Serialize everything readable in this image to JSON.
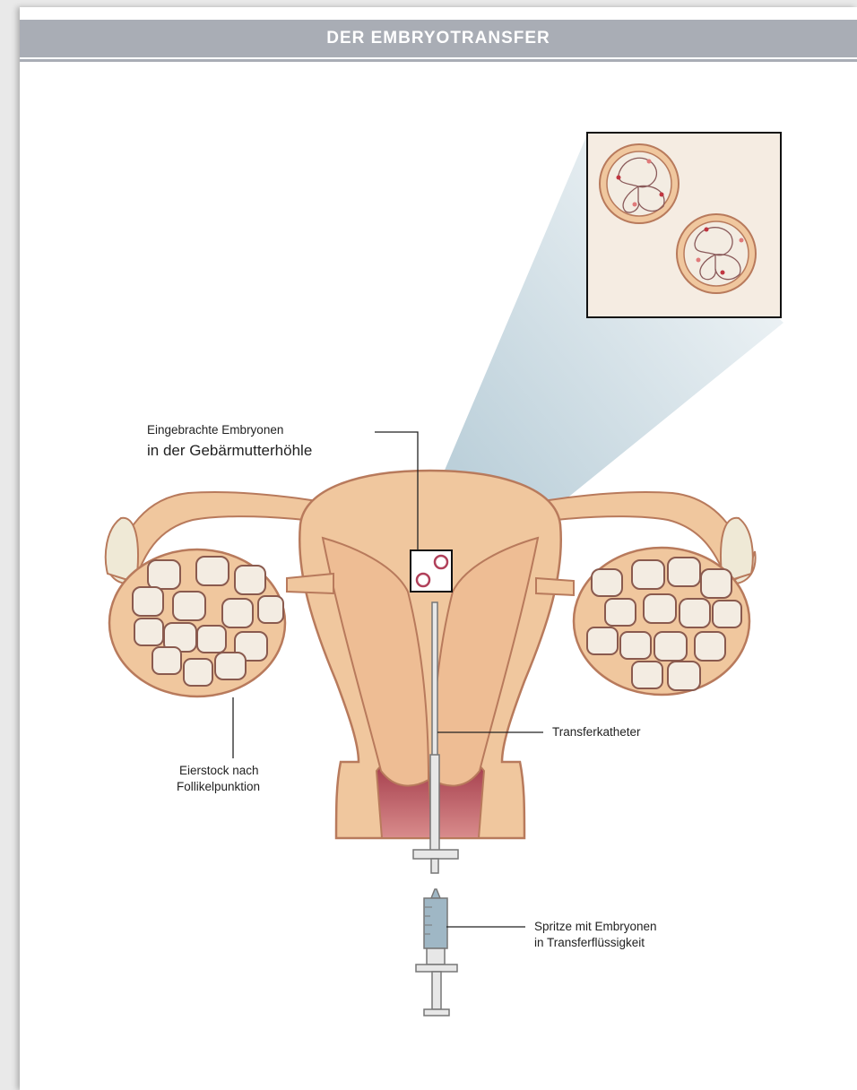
{
  "header": {
    "title": "DER EMBRYOTRANSFER"
  },
  "labels": {
    "embryos_line1": "Eingebrachte Embryonen",
    "embryos_line2": "in der Gebärmutterhöhle",
    "catheter": "Transferkatheter",
    "ovary_line1": "Eierstock nach",
    "ovary_line2": "Follikelpunktion",
    "syringe_line1": "Spritze mit Embryonen",
    "syringe_line2": "in Transferflüssigkeit"
  },
  "colors": {
    "header": "#a9adb5",
    "tissue": "#f0c79e",
    "tissue_outline": "#b87a5c",
    "follicle": "#f3ece2",
    "cervix": "#a33b4a",
    "zoom_beam": "#b9cfd9",
    "inset_bg": "#f5ece2"
  }
}
